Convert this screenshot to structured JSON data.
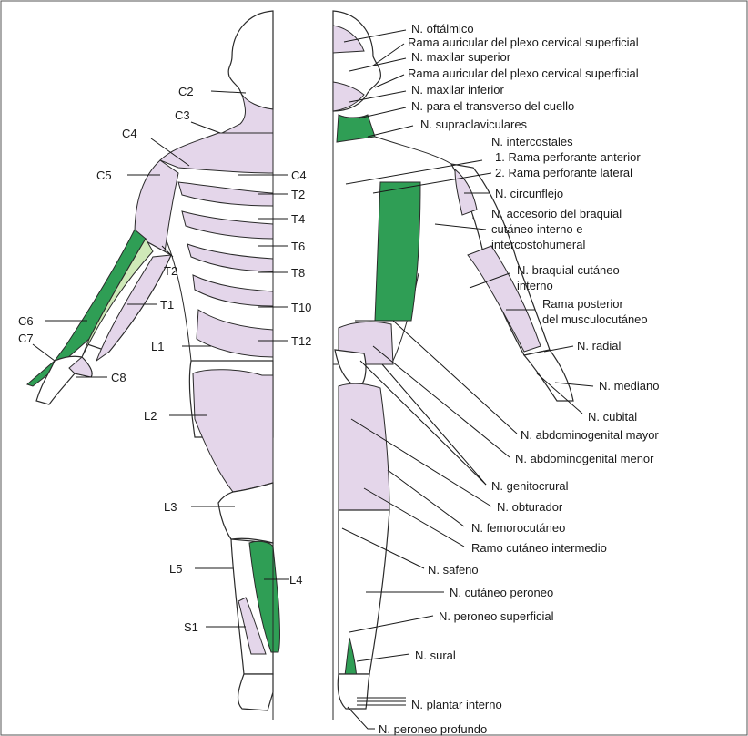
{
  "colors": {
    "lilac": "#e4d6ea",
    "green": "#2f9e55",
    "light_green": "#cfe9b8",
    "outline": "#2a2a2a",
    "background": "#ffffff"
  },
  "left_labels": {
    "c2": "C2",
    "c3": "C3",
    "c4": "C4",
    "c5": "C5",
    "c4b": "C4",
    "t2": "T2",
    "t4": "T4",
    "t6": "T6",
    "t8": "T8",
    "t2b": "T2",
    "t1": "T1",
    "t10": "T10",
    "c6": "C6",
    "c7": "C7",
    "l1": "L1",
    "t12": "T12",
    "c8": "C8",
    "l2": "L2",
    "l3": "L3",
    "l5": "L5",
    "l4": "L4",
    "s1": "S1"
  },
  "right_labels": {
    "oftalmico": "N. oftálmico",
    "auricular_1": "Rama auricular del plexo cervical superficial",
    "maxilar_sup": "N. maxilar superior",
    "auricular_2": "Rama auricular del plexo cervical superficial",
    "maxilar_inf": "N. maxilar inferior",
    "transverso": "N. para el transverso del cuello",
    "supraclaviculares": "N. supraclaviculares",
    "intercostales": "N. intercostales",
    "perforante_ant": "1. Rama perforante anterior",
    "perforante_lat": "2. Rama perforante lateral",
    "circunflejo": "N. circunflejo",
    "accesorio_1": "N. accesorio del braquial",
    "accesorio_2": "cutáneo interno e",
    "accesorio_3": "intercostohumeral",
    "braquial_1": "N. braquial cutáneo",
    "braquial_2": "interno",
    "musculo_1": "Rama posterior",
    "musculo_2": "del musculocutáneo",
    "radial": "N. radial",
    "mediano": "N. mediano",
    "cubital": "N. cubital",
    "abd_mayor": "N. abdominogenital mayor",
    "abd_menor": "N. abdominogenital menor",
    "genitocrural": "N. genitocrural",
    "obturador": "N. obturador",
    "femorocutaneo": "N. femorocutáneo",
    "intermedio": "Ramo cutáneo intermedio",
    "safeno": "N. safeno",
    "cutaneo_peroneo": "N. cutáneo peroneo",
    "peroneo_sup": "N. peroneo superficial",
    "sural": "N. sural",
    "plantar_interno": "N. plantar interno",
    "peroneo_prof": "N. peroneo profundo"
  }
}
